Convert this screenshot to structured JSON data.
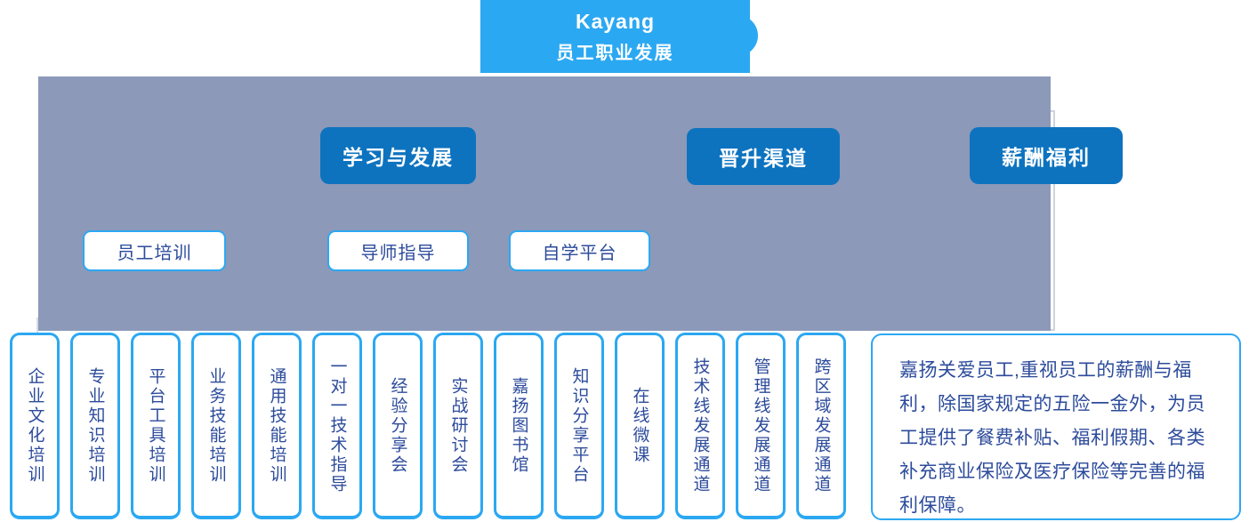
{
  "title": {
    "line1": "Kayang",
    "line2": "员工职业发展"
  },
  "section_headers": [
    {
      "label": "学习与发展"
    },
    {
      "label": "晋升渠道"
    },
    {
      "label": "薪酬福利"
    }
  ],
  "learning_methods": [
    {
      "label": "员工培训"
    },
    {
      "label": "导师指导"
    },
    {
      "label": "自学平台"
    }
  ],
  "bottom_items": [
    {
      "label": "企业文化培训"
    },
    {
      "label": "专业知识培训"
    },
    {
      "label": "平台工具培训"
    },
    {
      "label": "业务技能培训"
    },
    {
      "label": "通用技能培训"
    },
    {
      "label": "一对一技术指导"
    },
    {
      "label": "经验分享会"
    },
    {
      "label": "实战研讨会"
    },
    {
      "label": "嘉扬图书馆"
    },
    {
      "label": "知识分享平台"
    },
    {
      "label": "在线微课"
    },
    {
      "label": "技术线发展通道"
    },
    {
      "label": "管理线发展通道"
    },
    {
      "label": "跨区域发展通道"
    }
  ],
  "benefits_paragraph": "嘉扬关爱员工,重视员工的薪酬与福利，除国家规定的五险一金外，为员工提供了餐费补贴、福利假期、各类补充商业保险及医疗保险等完善的福利保障。",
  "colors": {
    "bright_blue": "#2BA8F2",
    "dark_blue": "#0D73BF",
    "slate_gray": "#8C99B9",
    "navy_text": "#2C4B9B"
  }
}
